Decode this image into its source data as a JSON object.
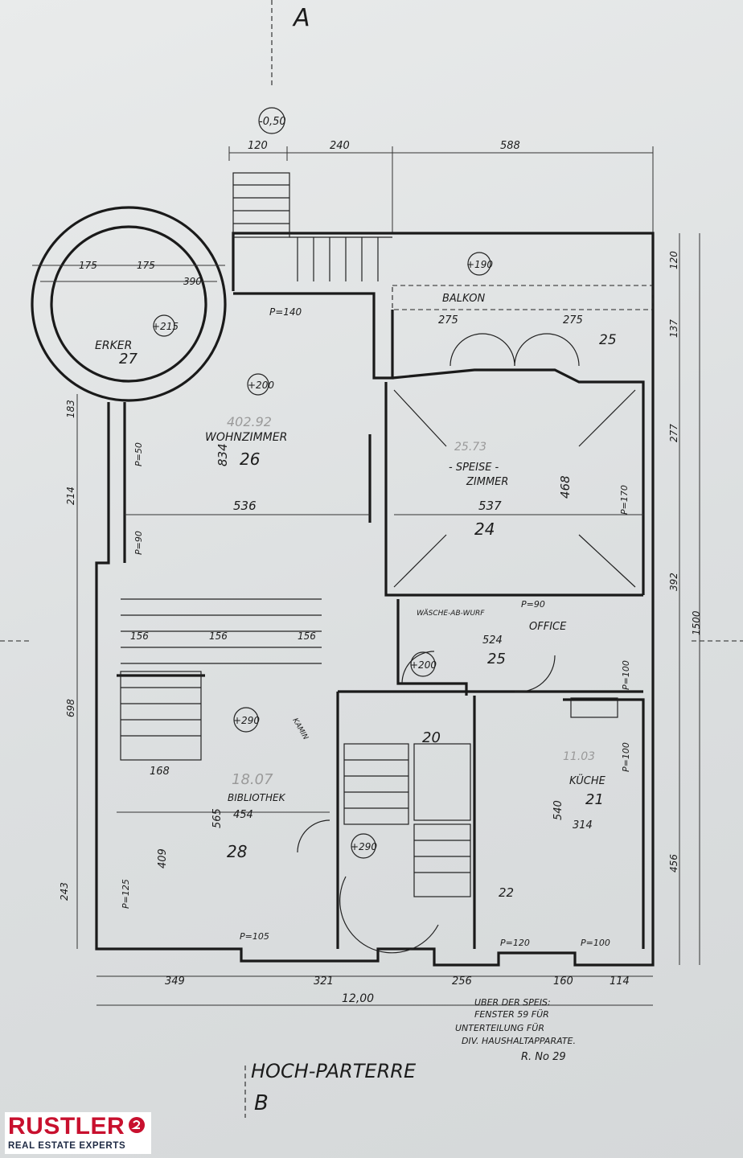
{
  "plan": {
    "title": "HOCH-PARTERRE",
    "section_top": "A",
    "section_bottom": "B",
    "note_lines": [
      "UBER DER SPEIS:",
      "FENSTER 59 FÜR",
      "UNTERTEILUNG FÜR",
      "DIV. HAUSHALTAPPARATE.",
      "R. No 29"
    ]
  },
  "rooms": {
    "erker": {
      "name": "ERKER",
      "number": "27"
    },
    "wohnzimmer": {
      "name": "WOHNZIMMER",
      "number": "26"
    },
    "speisezimmer_a": {
      "name": "- SPEISE -",
      "number": "24"
    },
    "speisezimmer_b": {
      "name": "ZIMMER"
    },
    "balkon": {
      "name": "BALKON",
      "number": "25"
    },
    "office": {
      "name": "OFFICE",
      "number": "25"
    },
    "waesche": {
      "name": "WÄSCHE-AB-WURF"
    },
    "bibliothek": {
      "name": "BIBLIOTHEK",
      "number": "28"
    },
    "kueche": {
      "name": "KÜCHE",
      "number": "21"
    },
    "stair": {
      "number": "20"
    },
    "speis": {
      "number": "22"
    },
    "kamin": {
      "name": "KAMIN"
    }
  },
  "levels": [
    "+190",
    "+215",
    "+200",
    "+200",
    "+290",
    "+290",
    "-0,50"
  ],
  "dimensions": {
    "top": [
      "120",
      "240",
      "588"
    ],
    "bottom_1": [
      "349",
      "321",
      "256",
      "160",
      "114"
    ],
    "bottom_total": "12,00",
    "left": [
      "183",
      "214",
      "698",
      "243"
    ],
    "right": [
      "120",
      "137",
      "277",
      "392",
      "1500",
      "456"
    ],
    "interior": [
      "536",
      "834",
      "537",
      "468",
      "524",
      "454",
      "565",
      "409",
      "168",
      "540",
      "314",
      "390",
      "175",
      "175",
      "275",
      "275",
      "156",
      "156",
      "156"
    ]
  },
  "windows": [
    "P=140",
    "P=170",
    "P=90",
    "P=100",
    "P=100",
    "P=125",
    "P=105",
    "P=120",
    "P=100",
    "P=50",
    "P=90"
  ],
  "pencil_marks": [
    "402.92",
    "25.73",
    "18.07",
    "11.03"
  ],
  "logo": {
    "brand": "RUSTLER",
    "tagline": "REAL ESTATE EXPERTS",
    "brand_color": "#c8102e",
    "tagline_color": "#1e2a44"
  }
}
